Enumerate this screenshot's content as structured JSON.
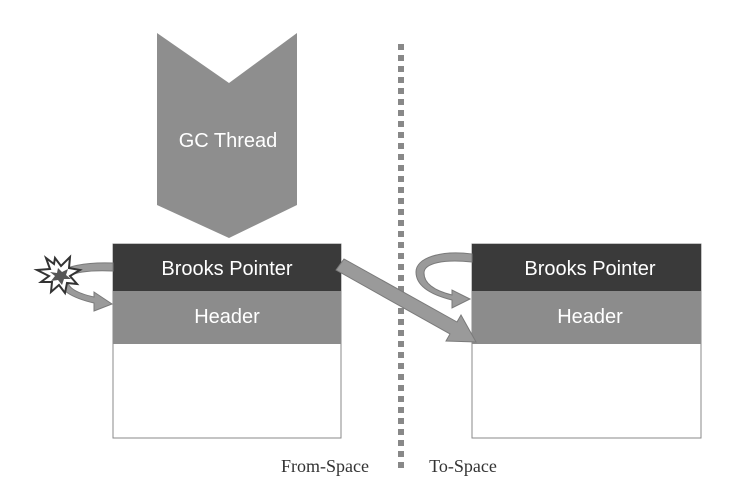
{
  "gc_thread": {
    "label": "GC Thread"
  },
  "from_space": {
    "label": "From-Space",
    "object": {
      "brooks_pointer": "Brooks Pointer",
      "header": "Header"
    }
  },
  "to_space": {
    "label": "To-Space",
    "object": {
      "brooks_pointer": "Brooks Pointer",
      "header": "Header"
    }
  },
  "colors": {
    "pointer_fill": "#3a3a3a",
    "header_fill": "#8c8c8c",
    "arrow_fill": "#9a9a9a",
    "arrow_stroke": "#7a7a7a",
    "gc_arrow_fill": "#8e8e8e",
    "divider": "#888888",
    "box_border": "#8a8a8a"
  },
  "icons": {
    "collision": "starburst-icon"
  }
}
